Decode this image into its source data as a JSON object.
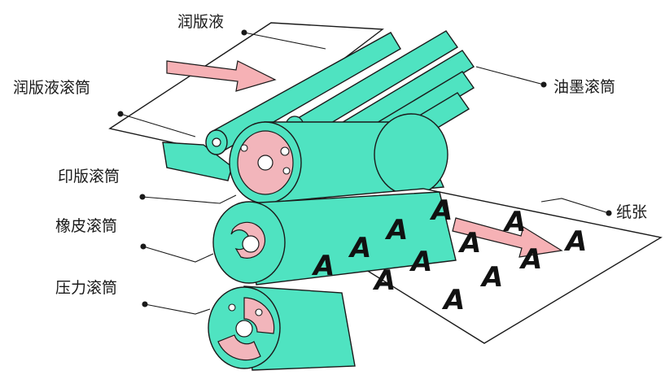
{
  "labels": {
    "dampening_solution": "润版液",
    "dampening_roller": "润版液滚筒",
    "plate_cylinder": "印版滚筒",
    "blanket_cylinder": "橡皮滚筒",
    "impression_cylinder": "压力滚筒",
    "ink_rollers": "油墨滚筒",
    "paper": "纸张"
  },
  "printed_letter": "A",
  "colors": {
    "roller_teal": "#4fe3c1",
    "roller_teal_dark": "#2fbf9f",
    "arrow_pink": "#f6b1b5",
    "outline": "#1a1a1a",
    "paper": "#ffffff",
    "endcap_pink": "#f2b5bb"
  },
  "icons": [
    "feed-arrow-icon",
    "output-arrow-icon"
  ]
}
